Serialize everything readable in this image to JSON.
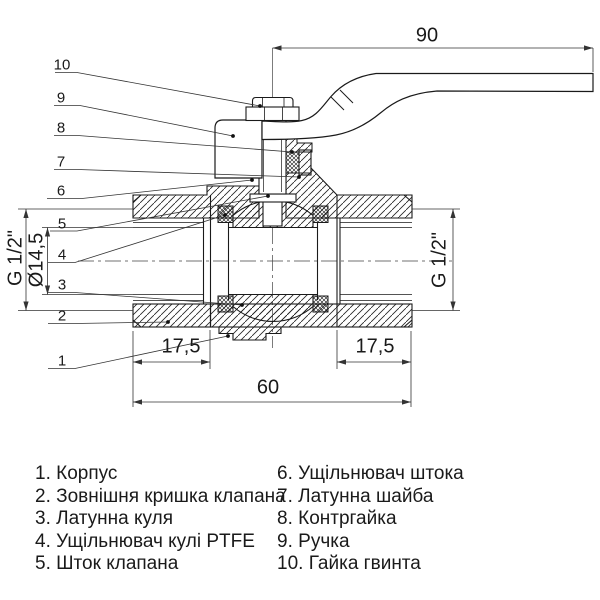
{
  "drawing_title": "ball-valve-section-drawing",
  "dimensions": {
    "handle_length": "90",
    "body_length": "60",
    "port_length_left": "17,5",
    "port_length_right": "17,5",
    "bore_diameter": "Ø14,5",
    "thread_left": "G 1/2\"",
    "thread_right": "G 1/2\""
  },
  "callouts": [
    "1",
    "2",
    "3",
    "4",
    "5",
    "6",
    "7",
    "8",
    "9",
    "10"
  ],
  "parts_list": {
    "left": [
      {
        "num": "1.",
        "label": "Корпус"
      },
      {
        "num": "2.",
        "label": "Зовнішня кришка клапана"
      },
      {
        "num": "3.",
        "label": "Латунна куля"
      },
      {
        "num": "4.",
        "label": "Ущільнювач кулі PTFE"
      },
      {
        "num": "5.",
        "label": "Шток клапана"
      }
    ],
    "right": [
      {
        "num": "6.",
        "label": "Ущільнювач штока"
      },
      {
        "num": "7.",
        "label": "Латунна шайба"
      },
      {
        "num": "8.",
        "label": "Контргайка"
      },
      {
        "num": "9.",
        "label": "Ручка"
      },
      {
        "num": "10.",
        "label": "Гайка гвинта"
      }
    ]
  },
  "colors": {
    "line": "#1a1a1a",
    "background": "#ffffff"
  }
}
